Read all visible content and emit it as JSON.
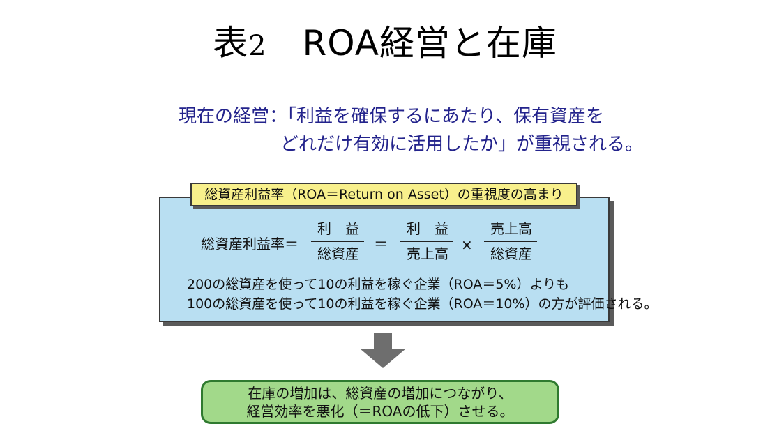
{
  "title": {
    "main": "表",
    "num": "2",
    "rest": "ROA経営と在庫"
  },
  "lead": {
    "line1": "現在の経営：「利益を確保するにあたり、保有資産を",
    "line2": "どれだけ有効に活用したか」が重視される。"
  },
  "panel": {
    "tag": "総資産利益率（ROA＝Return on Asset）の重視度の高まり",
    "formula": {
      "lhs": "総資産利益率＝",
      "frac1_num": "利　益",
      "frac1_den": "総資産",
      "eq": "＝",
      "frac2_num": "利　益",
      "frac2_den": "売上高",
      "times": "×",
      "frac3_num": "売上高",
      "frac3_den": "総資産"
    },
    "note1": "200の総資産を使って10の利益を稼ぐ企業（ROA＝5%）よりも",
    "note2": "100の総資産を使って10の利益を稼ぐ企業（ROA＝10%）の方が評価される。"
  },
  "result": {
    "line1": "在庫の増加は、総資産の増加につながり、",
    "line2": "経営効率を悪化（＝ROAの低下）させる。"
  },
  "colors": {
    "lead": "#23238c",
    "panel_bg": "#b9dff2",
    "tag_bg": "#f8f08c",
    "result_bg": "#a2d98a",
    "result_border": "#2f7a2f",
    "arrow": "#6e6e6e"
  }
}
